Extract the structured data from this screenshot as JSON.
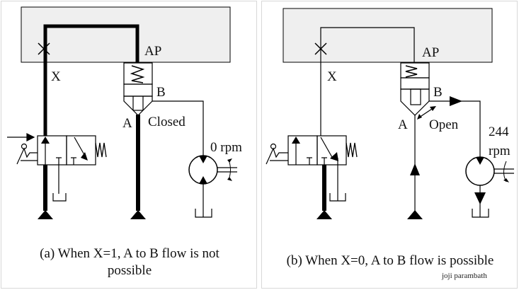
{
  "panels": [
    {
      "id": "a",
      "labels": {
        "x_port": "X",
        "ap": "AP",
        "b_port": "B",
        "a_port": "A",
        "state": "Closed",
        "speed": "0 rpm"
      },
      "caption_line1": "(a) When X=1, A to B flow is not",
      "caption_line2": "possible"
    },
    {
      "id": "b",
      "labels": {
        "x_port": "X",
        "ap": "AP",
        "b_port": "B",
        "a_port": "A",
        "state": "Open",
        "speed_value": "244",
        "speed_unit": "rpm"
      },
      "caption_line1": "(b) When X=0, A to B flow is possible"
    }
  ],
  "credit": "joji parambath",
  "colors": {
    "block_fill": "#efefef",
    "line": "#000000",
    "panel_border": "#d8d8d8"
  }
}
